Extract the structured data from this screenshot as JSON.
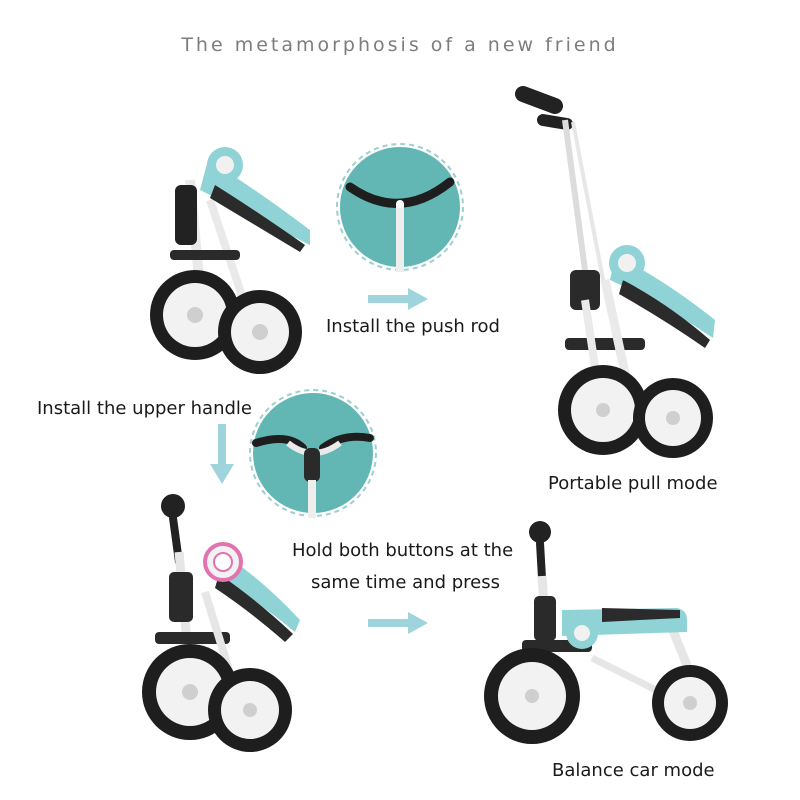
{
  "title": "The metamorphosis of a new friend",
  "labels": {
    "install_push_rod": "Install the push rod",
    "portable_pull_mode": "Portable pull mode",
    "install_upper_handle": "Install the upper handle",
    "hold_buttons_line1": "Hold both buttons at the",
    "hold_buttons_line2": "same time and press",
    "balance_car_mode": "Balance car mode"
  },
  "colors": {
    "accent": "#8fd3d6",
    "circle_bg": "#62b7b4",
    "arrow": "#9fd4dc",
    "tire": "#1e1e1e",
    "frame": "#f4f4f4"
  },
  "icons": [
    "right-arrow-icon",
    "down-arrow-icon"
  ]
}
